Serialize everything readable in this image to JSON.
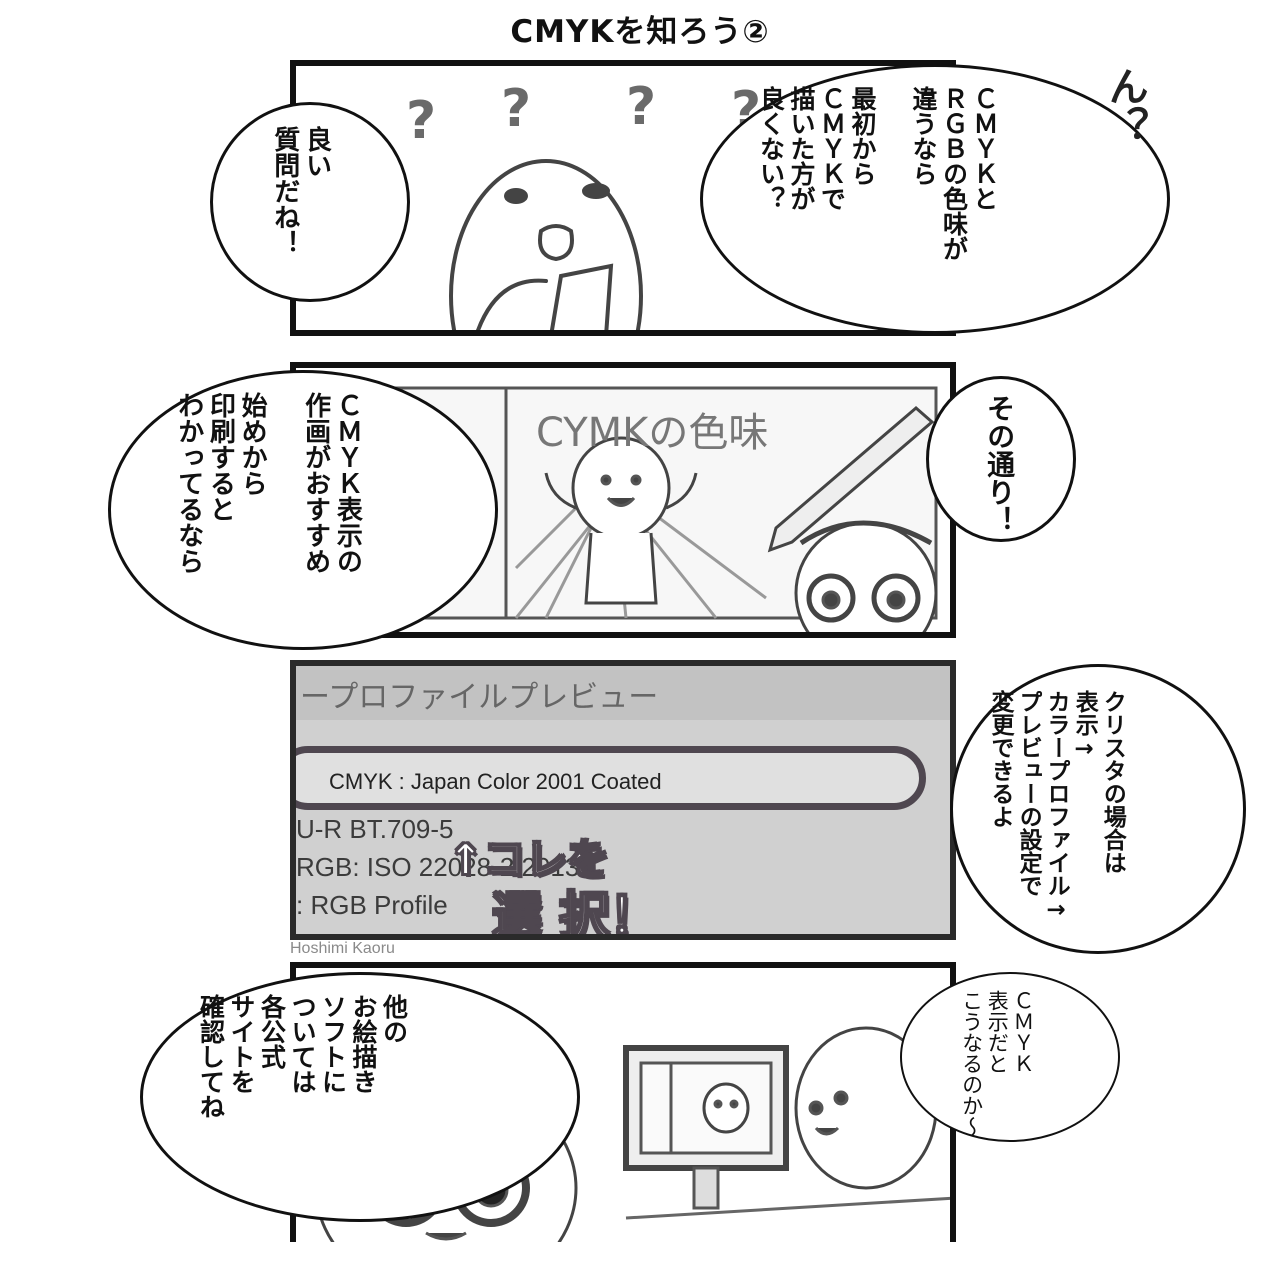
{
  "title": "CMYKを知ろう②",
  "credit": "Hoshimi Kaoru",
  "panel1": {
    "exclaim": "ん？",
    "question_marks": [
      "?",
      "?",
      "?",
      "?"
    ],
    "bubble_right_text": "ＣＭＹＫと\nＲＧＢの色味が\n違うなら\n\n最初から\nＣＭＹＫで\n描いた方が\n良くない？",
    "bubble_left_text": "良い\n質問だね！"
  },
  "panel2": {
    "screen_caption": "CYMKの色味",
    "bubble_left_text": "ＣＭＹＫ表示の\n作画がおすすめ\n\n始めから\n印刷すると\nわかってるなら",
    "bubble_right_text": "その通り！"
  },
  "panel3": {
    "menu_header": "ープロファイルプレビュー",
    "selected_option": "CMYK : Japan Color 2001 Coated",
    "row1": "U-R BT.709-5",
    "row2": "RGB: ISO 22028-2:2013",
    "row3": ": RGB Profile",
    "annotation_line1": "↑コレを",
    "annotation_line2": "選 択！",
    "bubble_text": "クリスタの場合は\n表示→\nカラープロファイル→\nプレビューの設定で\n変更できるよ"
  },
  "panel4": {
    "bubble_left_text": "他の\nお絵描き\nソフトに\nついては\n各公式\nサイトを\n確認してね",
    "bubble_right_text": "ＣＭＹＫ\n表示だと\nこうなるのか～"
  }
}
